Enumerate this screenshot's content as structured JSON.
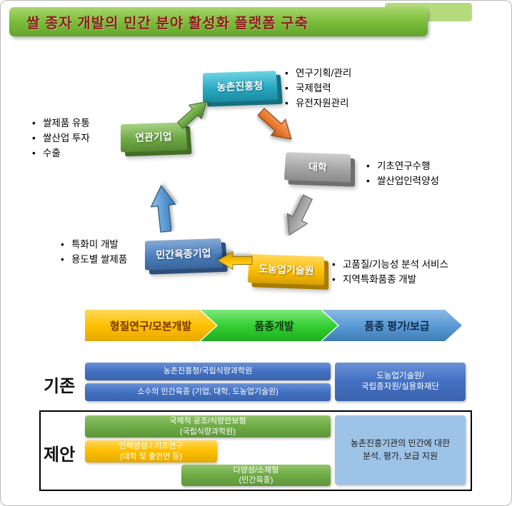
{
  "header": {
    "title": "쌀 종자 개발의 민간 분야 활성화 플랫폼 구축"
  },
  "cycle": {
    "nodes": {
      "rda": "농촌진흥청",
      "related": "연관기업",
      "univ": "대학",
      "private": "민간육종기업",
      "provincial": "도농업기술원"
    },
    "notes": {
      "rda": [
        "연구기획/관리",
        "국제협력",
        "유전자원관리"
      ],
      "related": [
        "쌀제품 유통",
        "쌀산업 투자",
        "수출"
      ],
      "univ": [
        "기초연구수행",
        "쌀산업인력양성"
      ],
      "private": [
        "특화미 개발",
        "용도별 쌀제품"
      ],
      "provincial": [
        "고품질/기능성 분석 서비스",
        "지역특화품종 개발"
      ]
    },
    "arrows": [
      {
        "from": "연관기업",
        "to": "농촌진흥청",
        "color": "#70AD47"
      },
      {
        "from": "농촌진흥청",
        "to": "대학",
        "color": "#ED7D31"
      },
      {
        "from": "대학",
        "to": "도농업기술원",
        "color": "#A6A6A6"
      },
      {
        "from": "도농업기술원",
        "to": "민간육종기업",
        "color": "#FFC000"
      },
      {
        "from": "민간육종기업",
        "to": "연관기업",
        "color": "#5B9BD5"
      }
    ]
  },
  "band": {
    "steps": [
      {
        "label": "형질연구/모본개발",
        "color": "#FFC000"
      },
      {
        "label": "품종개발",
        "color": "#35CF35"
      },
      {
        "label": "품종 평가/보급",
        "color": "#5B9BD5"
      }
    ]
  },
  "existing": {
    "label": "기존",
    "bar1": "농촌진흥청/국립식량과학원",
    "bar2": "소수의 민간육종 (기업, 대학, 도농업기술원)",
    "right": {
      "line1": "도농업기술원/",
      "line2": "국립종자원/실용화재단"
    }
  },
  "proposal": {
    "label": "제안",
    "green1": {
      "line1": "국제적 공조/식량안보형",
      "line2": "(국립식량과학원)"
    },
    "yellow": {
      "line1": "인력양성 / 기초연구",
      "line2": "(대학 및 출연연 등)"
    },
    "green2": {
      "line1": "다양성/소재형",
      "line2": "(민간육종)"
    },
    "right": {
      "line1": "농촌진흥기관의 민간에 대한",
      "line2": "분석, 평가, 보급 지원"
    }
  },
  "colors": {
    "header_green": "#7BBD3A",
    "title_red": "#8F1D1D",
    "node_rda": "#2AAAC4",
    "node_related": "#6FAA45",
    "node_univ": "#A6A6A6",
    "node_private": "#4A7EBB",
    "node_provincial": "#FDBF00",
    "bar_blue": "#4472C4",
    "bar_green": "#70AD47",
    "bar_yellow": "#FFC000",
    "bar_lightblue": "#9DC3E6"
  }
}
